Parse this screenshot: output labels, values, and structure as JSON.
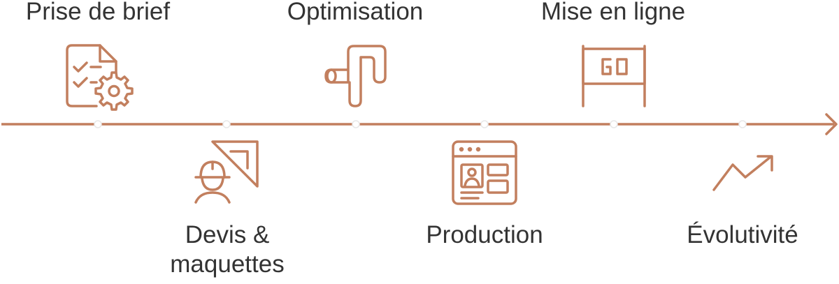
{
  "colors": {
    "accent": "#c27f5e",
    "text": "#333333",
    "marker": "#e8e8e8"
  },
  "steps": [
    {
      "label": "Prise de brief",
      "icon": "checklist-gear-icon",
      "position": "top"
    },
    {
      "label": "Devis & maquettes",
      "icon": "worker-set-square-icon",
      "position": "bottom"
    },
    {
      "label": "Optimisation",
      "icon": "bent-pipe-icon",
      "position": "top"
    },
    {
      "label": "Production",
      "icon": "browser-window-icon",
      "position": "bottom"
    },
    {
      "label": "Mise en ligne",
      "icon": "go-sign-icon",
      "position": "top"
    },
    {
      "label": "Évolutivité",
      "icon": "trend-up-arrow-icon",
      "position": "bottom"
    }
  ]
}
